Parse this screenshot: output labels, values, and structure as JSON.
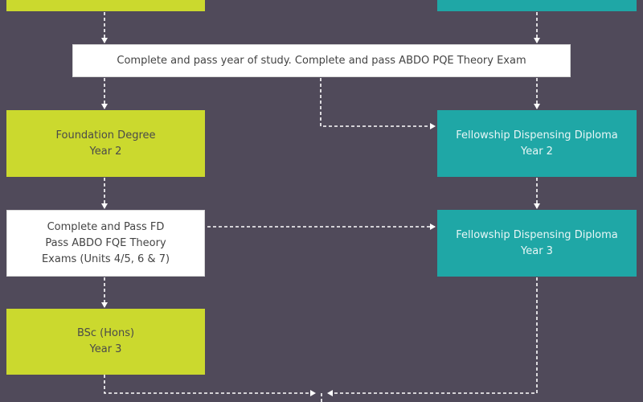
{
  "boxes": {
    "combined_exam": "Complete and pass year of study. Complete and pass ABDO PQE Theory Exam",
    "foundation_year2": {
      "line1": "Foundation Degree",
      "line2": "Year 2"
    },
    "fellowship_year2": {
      "line1": "Fellowship Dispensing Diploma",
      "line2": "Year 2"
    },
    "complete_pass_fd": {
      "line1": "Complete and Pass FD",
      "line2": "Pass ABDO FQE Theory",
      "line3": "Exams (Units 4/5, 6 & 7)"
    },
    "fellowship_year3": {
      "line1": "Fellowship Dispensing Diploma",
      "line2": "Year 3"
    },
    "bsc_year3": {
      "line1": "BSc (Hons)",
      "line2": "Year 3"
    }
  },
  "colors": {
    "background": "#504a5a",
    "green": "#cbd92e",
    "teal": "#1fa7a6",
    "white": "#ffffff",
    "connector": "#ffffff"
  }
}
